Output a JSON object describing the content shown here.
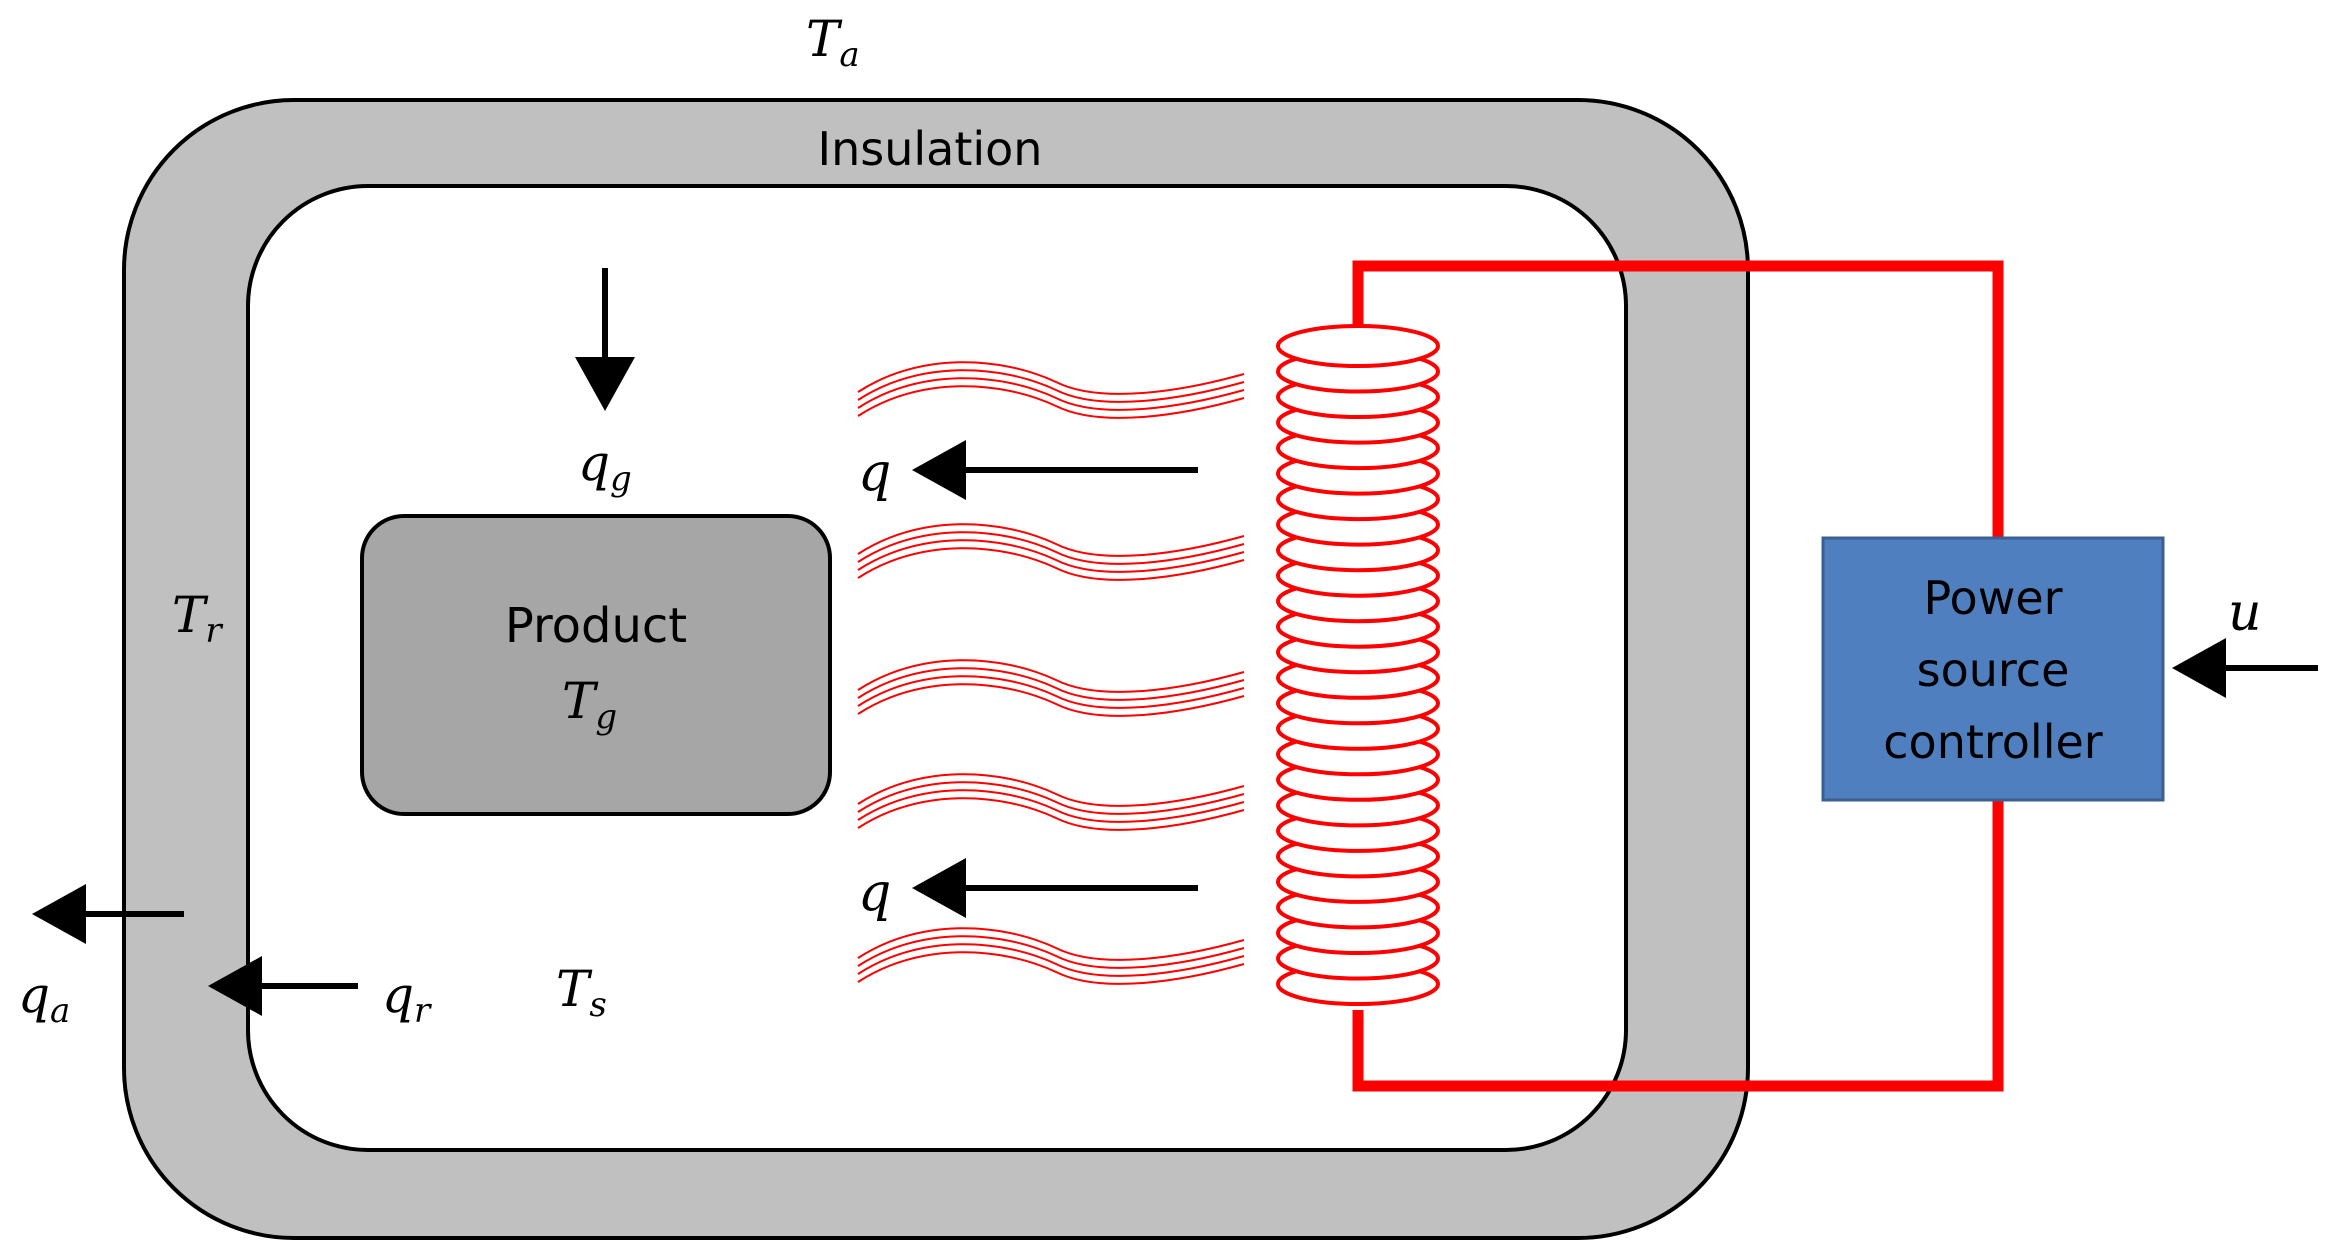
{
  "labels": {
    "ambient": {
      "base": "T",
      "sub": "a"
    },
    "insulation": "Insulation",
    "wall_temp": {
      "base": "T",
      "sub": "r"
    },
    "product_title": "Product",
    "product_temp": {
      "base": "T",
      "sub": "g"
    },
    "space_temp": {
      "base": "T",
      "sub": "s"
    },
    "heat_generation": {
      "base": "q",
      "sub": "g"
    },
    "heater_flux_top": "q",
    "heater_flux_bottom": "q",
    "wall_flux": {
      "base": "q",
      "sub": "r"
    },
    "ambient_flux": {
      "base": "q",
      "sub": "a"
    },
    "control_input": "u",
    "controller": [
      "Power",
      "source",
      "controller"
    ]
  },
  "colors": {
    "insulation": "#c0c0c0",
    "product": "#a6a6a6",
    "heater": "#ff0000",
    "controller": "#4f7fbf",
    "arrow": "#000000"
  }
}
